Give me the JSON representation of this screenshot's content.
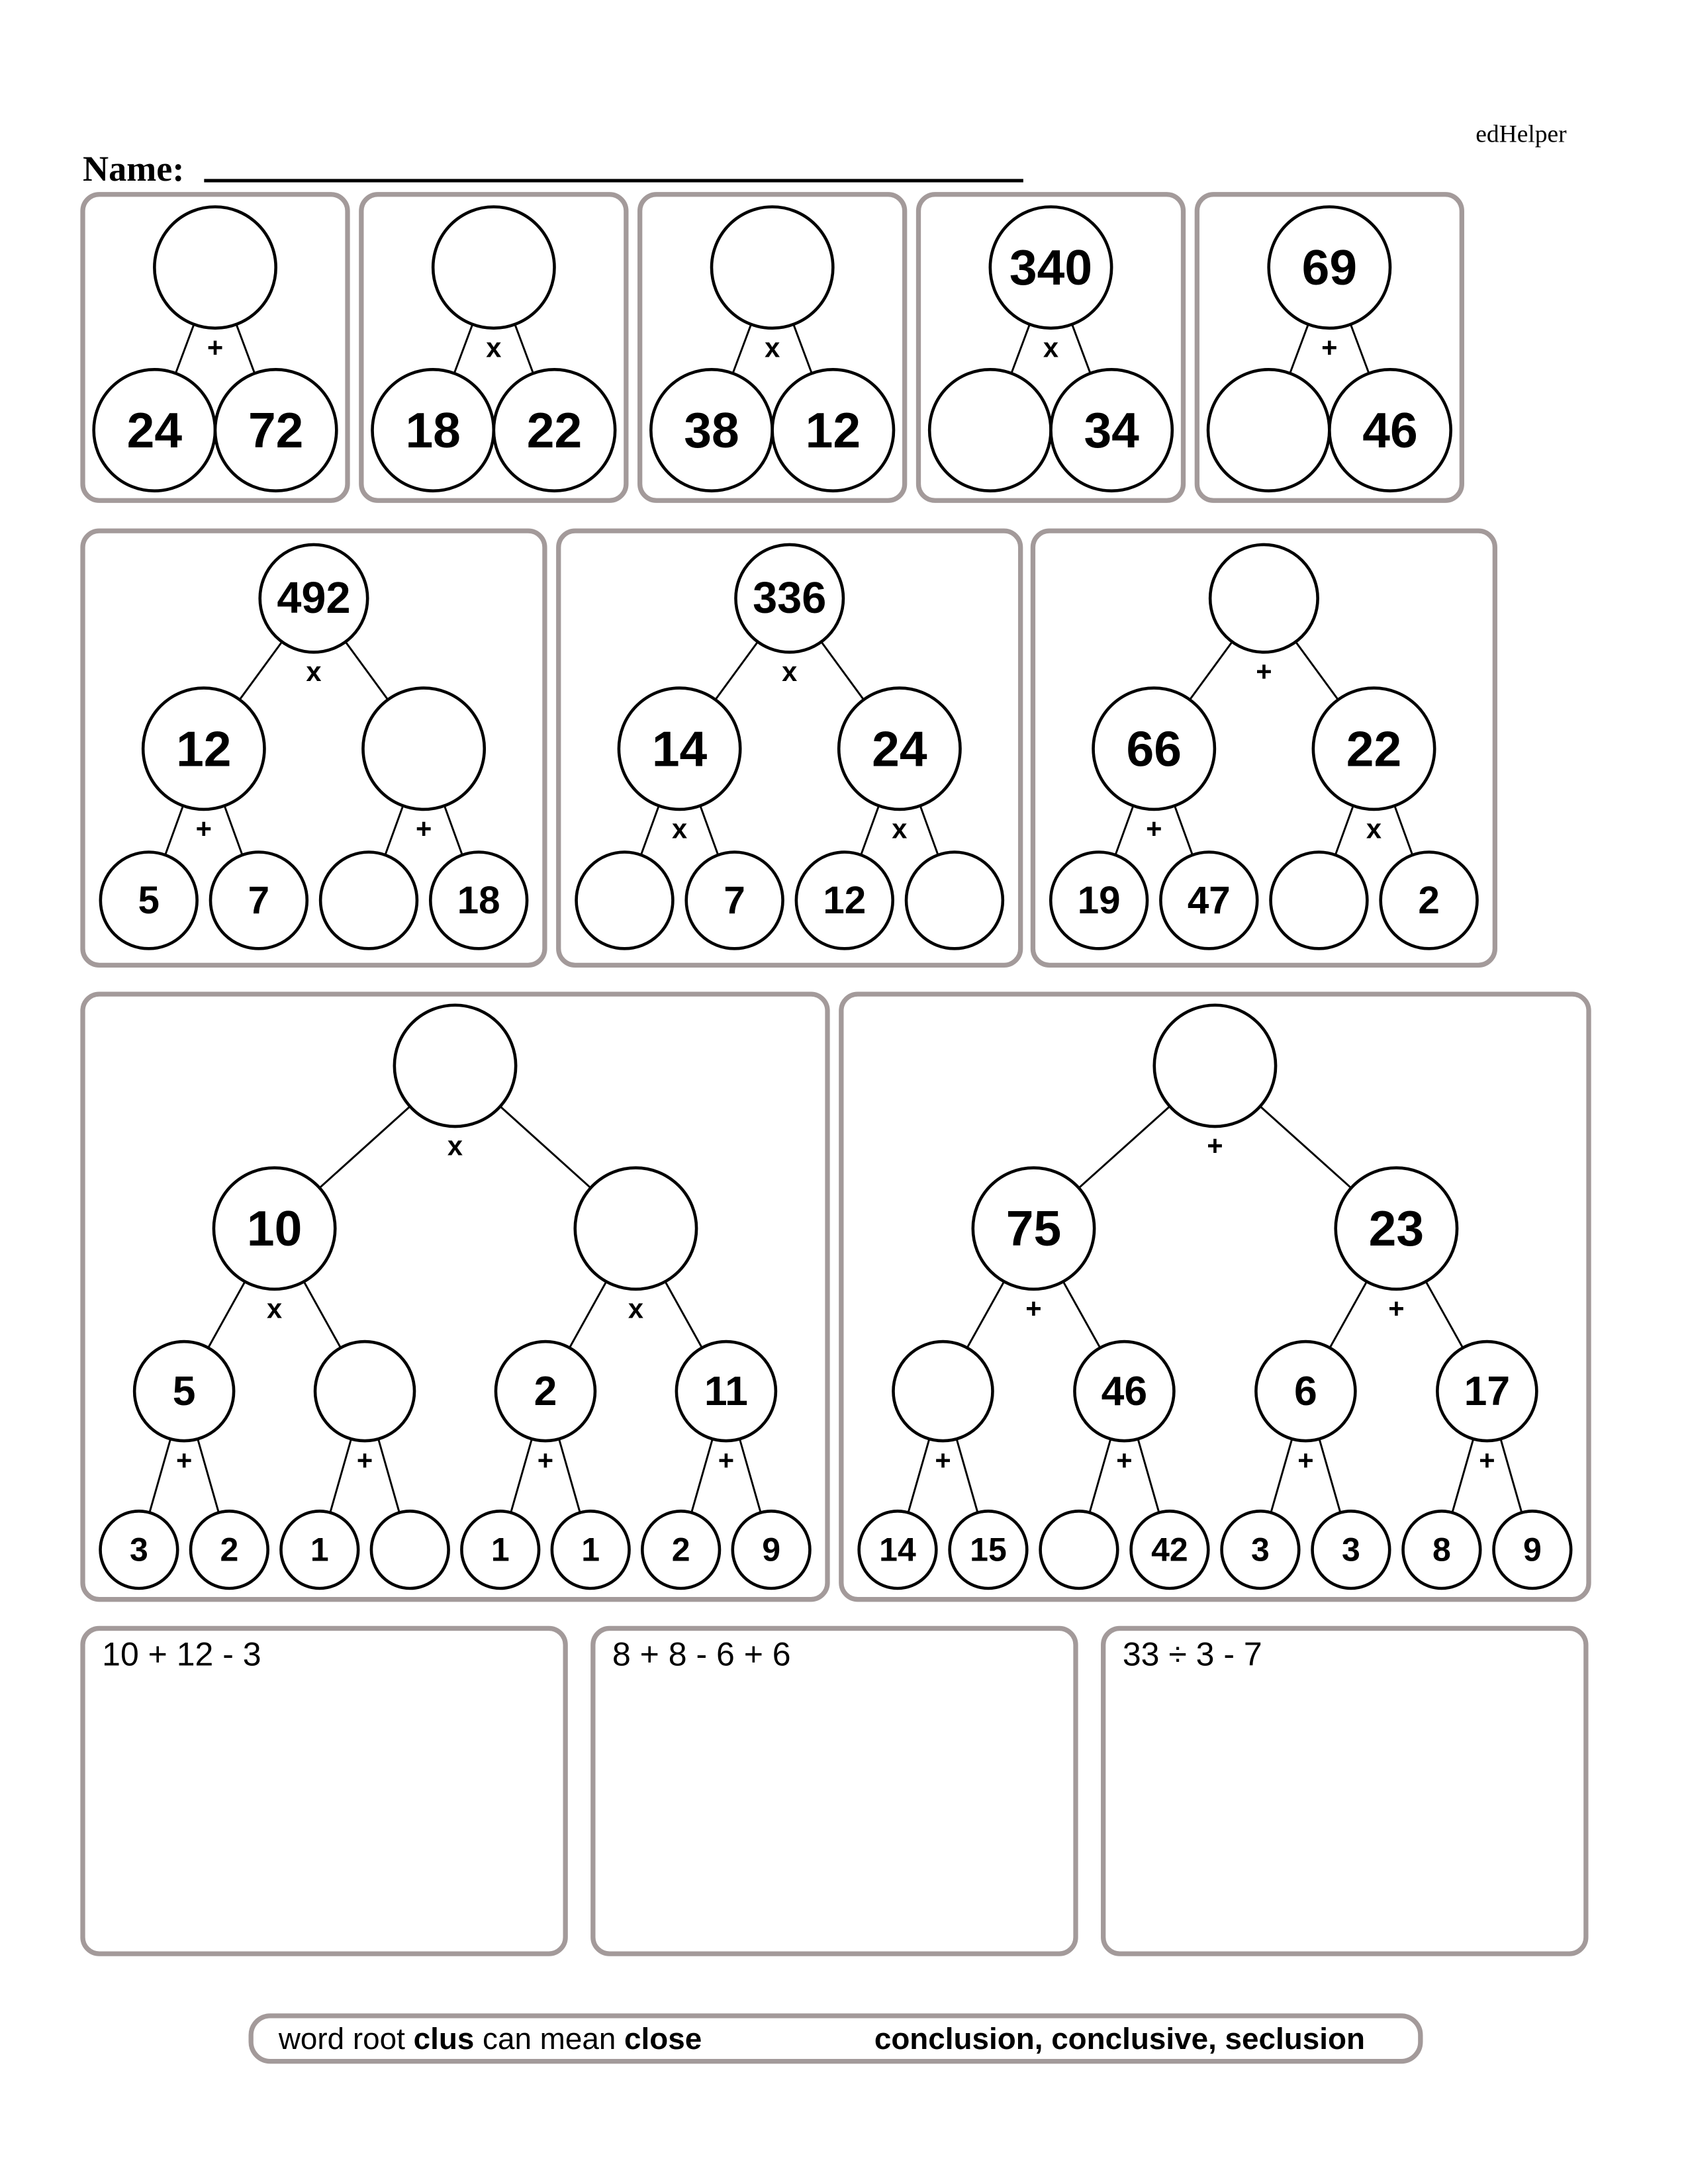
{
  "header": {
    "brand": "edHelper",
    "name_label": "Name:"
  },
  "trees": [
    {
      "op": "+",
      "v": "",
      "c": [
        {
          "v": "24"
        },
        {
          "v": "72"
        }
      ]
    },
    {
      "op": "x",
      "v": "",
      "c": [
        {
          "v": "18"
        },
        {
          "v": "22"
        }
      ]
    },
    {
      "op": "x",
      "v": "",
      "c": [
        {
          "v": "38"
        },
        {
          "v": "12"
        }
      ]
    },
    {
      "op": "x",
      "v": "340",
      "c": [
        {
          "v": ""
        },
        {
          "v": "34"
        }
      ]
    },
    {
      "op": "+",
      "v": "69",
      "c": [
        {
          "v": ""
        },
        {
          "v": "46"
        }
      ]
    },
    {
      "op": "x",
      "v": "492",
      "c": [
        {
          "op": "+",
          "v": "12",
          "c": [
            {
              "v": "5"
            },
            {
              "v": "7"
            }
          ]
        },
        {
          "op": "+",
          "v": "",
          "c": [
            {
              "v": ""
            },
            {
              "v": "18"
            }
          ]
        }
      ]
    },
    {
      "op": "x",
      "v": "336",
      "c": [
        {
          "op": "x",
          "v": "14",
          "c": [
            {
              "v": ""
            },
            {
              "v": "7"
            }
          ]
        },
        {
          "op": "x",
          "v": "24",
          "c": [
            {
              "v": "12"
            },
            {
              "v": ""
            }
          ]
        }
      ]
    },
    {
      "op": "+",
      "v": "",
      "c": [
        {
          "op": "+",
          "v": "66",
          "c": [
            {
              "v": "19"
            },
            {
              "v": "47"
            }
          ]
        },
        {
          "op": "x",
          "v": "22",
          "c": [
            {
              "v": ""
            },
            {
              "v": "2"
            }
          ]
        }
      ]
    },
    {
      "op": "x",
      "v": "",
      "c": [
        {
          "op": "x",
          "v": "10",
          "c": [
            {
              "op": "+",
              "v": "5",
              "c": [
                {
                  "v": "3"
                },
                {
                  "v": "2"
                }
              ]
            },
            {
              "op": "+",
              "v": "",
              "c": [
                {
                  "v": "1"
                },
                {
                  "v": ""
                }
              ]
            }
          ]
        },
        {
          "op": "x",
          "v": "",
          "c": [
            {
              "op": "+",
              "v": "2",
              "c": [
                {
                  "v": "1"
                },
                {
                  "v": "1"
                }
              ]
            },
            {
              "op": "+",
              "v": "11",
              "c": [
                {
                  "v": "2"
                },
                {
                  "v": "9"
                }
              ]
            }
          ]
        }
      ]
    },
    {
      "op": "+",
      "v": "",
      "c": [
        {
          "op": "+",
          "v": "75",
          "c": [
            {
              "op": "+",
              "v": "",
              "c": [
                {
                  "v": "14"
                },
                {
                  "v": "15"
                }
              ]
            },
            {
              "op": "+",
              "v": "46",
              "c": [
                {
                  "v": ""
                },
                {
                  "v": "42"
                }
              ]
            }
          ]
        },
        {
          "op": "+",
          "v": "23",
          "c": [
            {
              "op": "+",
              "v": "6",
              "c": [
                {
                  "v": "3"
                },
                {
                  "v": "3"
                }
              ]
            },
            {
              "op": "+",
              "v": "17",
              "c": [
                {
                  "v": "8"
                },
                {
                  "v": "9"
                }
              ]
            }
          ]
        }
      ]
    }
  ],
  "expressions": [
    "10 + 12 - 3",
    "8 + 8 - 6 + 6",
    "33 ÷ 3 - 7"
  ],
  "footer": {
    "prefix": "word root",
    "root": "clus",
    "middle": "can mean",
    "meaning": "close",
    "examples": "conclusion, conclusive, seclusion"
  },
  "colors": {
    "border": "#a39a9a"
  }
}
